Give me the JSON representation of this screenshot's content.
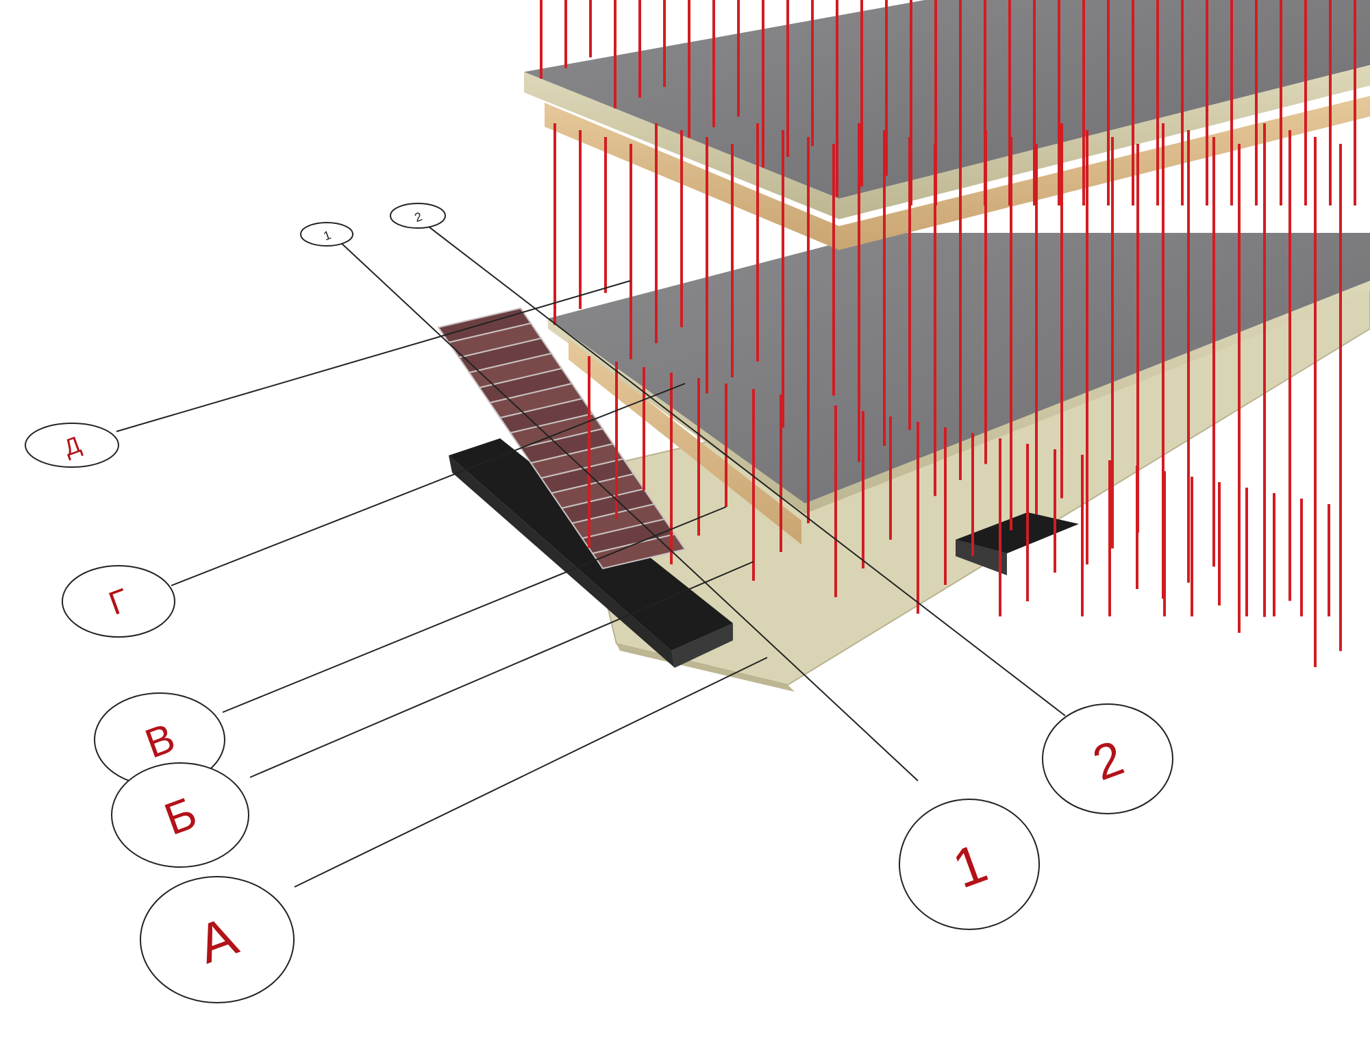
{
  "callouts": {
    "A": "А",
    "B": "Б",
    "V": "В",
    "G": "Г",
    "D": "Д",
    "one_large": "1",
    "two_large": "2",
    "one_small": "1",
    "two_small": "2"
  },
  "colors": {
    "rebar": "#d21c22",
    "slab_top": "#7d7d80",
    "slab_edge": "#cfc9a6",
    "timber": "#d8b888",
    "granite": "#7a4a4a",
    "black_base": "#1c1c1c",
    "ground": "#d9d5b4",
    "label_text": "#b21218"
  }
}
